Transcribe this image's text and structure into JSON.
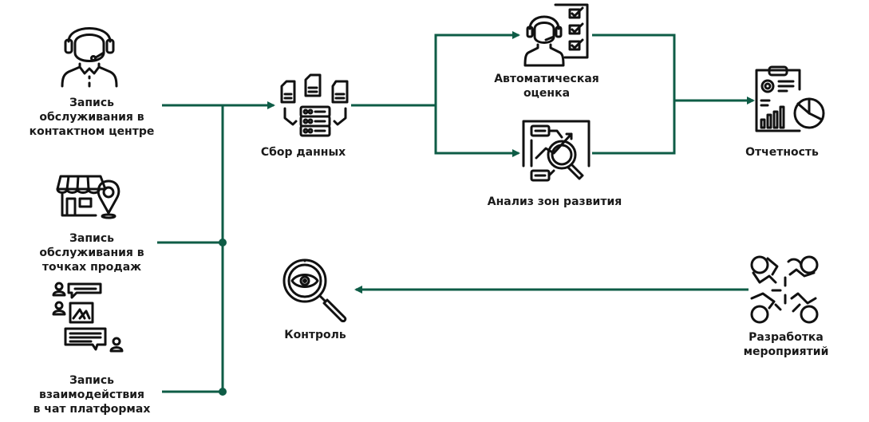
{
  "colors": {
    "connector": "#0e5c46",
    "icon": "#111111",
    "text": "#1a1a1a"
  },
  "nodes": {
    "contact_center": {
      "label": "Запись\nобслуживания в\nконтактном центре",
      "icon": "headset-operator-icon"
    },
    "sales_points": {
      "label": "Запись\nобслуживания в\nточках продаж",
      "icon": "store-location-icon"
    },
    "chat_platforms": {
      "label": "Запись\nвзаимодействия\nв чат платформах",
      "icon": "chat-users-icon"
    },
    "data_collection": {
      "label": "Сбор данных",
      "icon": "database-documents-icon"
    },
    "auto_evaluation": {
      "label": "Автоматическая\nоценка",
      "icon": "operator-checklist-icon"
    },
    "growth_analysis": {
      "label": "Анализ зон развития",
      "icon": "analysis-magnifier-icon"
    },
    "reporting": {
      "label": "Отчетность",
      "icon": "report-clipboard-icon"
    },
    "action_development": {
      "label": "Разработка\nмероприятий",
      "icon": "team-collaboration-icon"
    },
    "control": {
      "label": "Контроль",
      "icon": "eye-magnifier-icon"
    }
  }
}
